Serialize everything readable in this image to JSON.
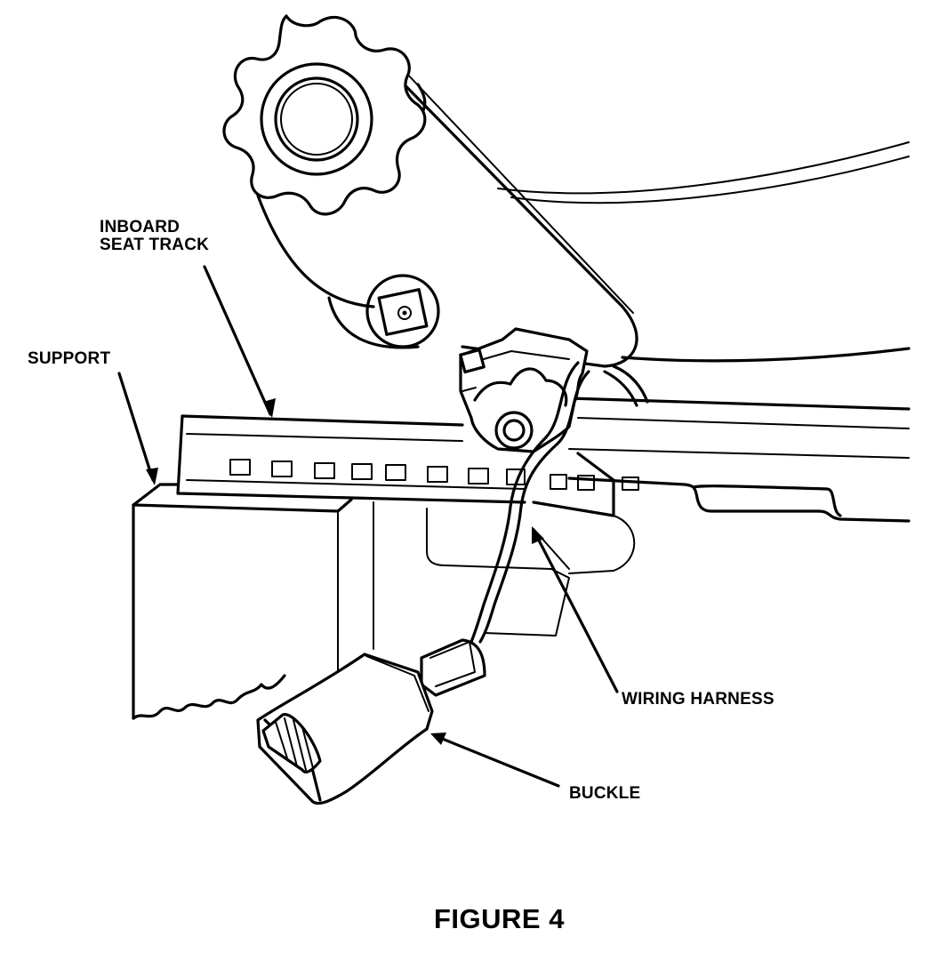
{
  "diagram": {
    "callouts": {
      "inboard_seat_track": [
        "INBOARD",
        "SEAT TRACK"
      ],
      "support": "SUPPORT",
      "wiring_harness": "WIRING HARNESS",
      "buckle": "BUCKLE"
    },
    "caption": "FIGURE 4",
    "colors": {
      "ink": "#000000",
      "paper": "#ffffff"
    }
  }
}
